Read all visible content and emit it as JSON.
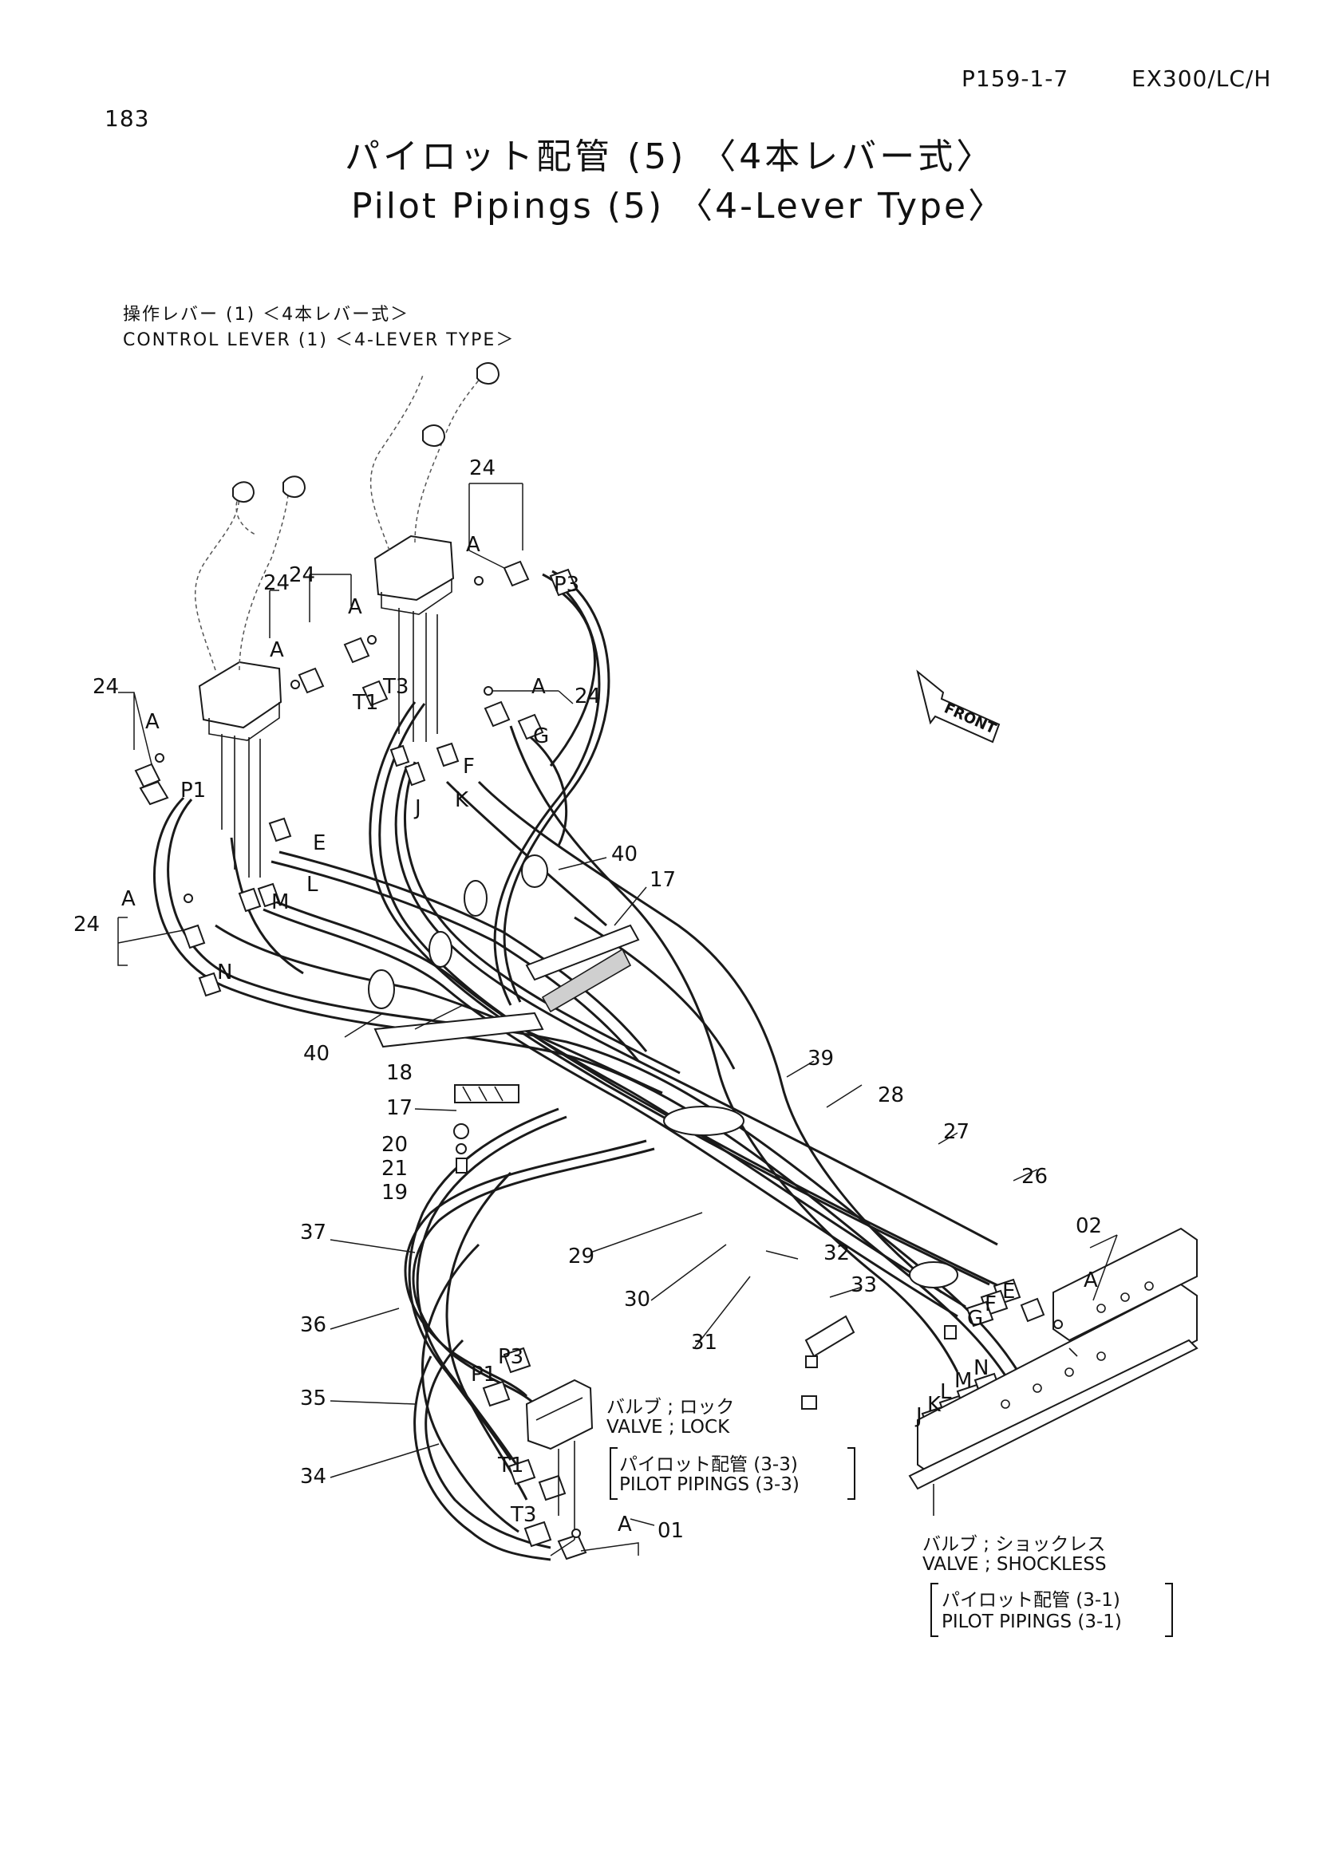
{
  "header": {
    "page_number": "183",
    "ref_code": "P159-1-7",
    "model": "EX300/LC/H"
  },
  "title": {
    "jp": "パイロット配管 (5) 〈4本レバー式〉",
    "en": "Pilot Pipings (5) 〈4-Lever Type〉"
  },
  "assemblies": {
    "control_lever": {
      "jp": "操作レバー (1) ＜4本レバー式＞",
      "en": "CONTROL LEVER (1) ＜4-LEVER TYPE＞"
    },
    "valve_lock": {
      "jp": "バルブ ; ロック",
      "en": "VALVE ; LOCK",
      "ref_jp": "パイロット配管 (3-3)",
      "ref_en": "PILOT PIPINGS (3-3)"
    },
    "valve_shockless": {
      "jp": "バルブ ; ショックレス",
      "en": "VALVE ; SHOCKLESS",
      "ref_jp": "パイロット配管 (3-1)",
      "ref_en": "PILOT PIPINGS (3-1)"
    }
  },
  "front_arrow": "FRONT",
  "callouts": [
    {
      "id": "c24-top",
      "label": "24"
    },
    {
      "id": "c24-mid-l",
      "label": "24"
    },
    {
      "id": "c24-mid-r",
      "label": "24"
    },
    {
      "id": "c24-left",
      "label": "24"
    },
    {
      "id": "c24-right",
      "label": "24"
    },
    {
      "id": "c24-lower",
      "label": "24"
    },
    {
      "id": "c40-upper",
      "label": "40"
    },
    {
      "id": "c40-lower",
      "label": "40"
    },
    {
      "id": "c17-upper",
      "label": "17"
    },
    {
      "id": "c17-lower",
      "label": "17"
    },
    {
      "id": "c18",
      "label": "18"
    },
    {
      "id": "c20",
      "label": "20"
    },
    {
      "id": "c21",
      "label": "21"
    },
    {
      "id": "c19",
      "label": "19"
    },
    {
      "id": "c39",
      "label": "39"
    },
    {
      "id": "c28",
      "label": "28"
    },
    {
      "id": "c27",
      "label": "27"
    },
    {
      "id": "c26",
      "label": "26"
    },
    {
      "id": "c02",
      "label": "02"
    },
    {
      "id": "c37",
      "label": "37"
    },
    {
      "id": "c36",
      "label": "36"
    },
    {
      "id": "c35",
      "label": "35"
    },
    {
      "id": "c34",
      "label": "34"
    },
    {
      "id": "c29",
      "label": "29"
    },
    {
      "id": "c30",
      "label": "30"
    },
    {
      "id": "c31",
      "label": "31"
    },
    {
      "id": "c32",
      "label": "32"
    },
    {
      "id": "c33",
      "label": "33"
    },
    {
      "id": "c01",
      "label": "01"
    }
  ],
  "port_labels": [
    {
      "id": "p-p3-top",
      "label": "P3"
    },
    {
      "id": "p-t3-top",
      "label": "T3"
    },
    {
      "id": "p-t1-top",
      "label": "T1"
    },
    {
      "id": "p-p1-top",
      "label": "P1"
    },
    {
      "id": "p-g-top",
      "label": "G"
    },
    {
      "id": "p-f-top",
      "label": "F"
    },
    {
      "id": "p-j-top",
      "label": "J"
    },
    {
      "id": "p-k-top",
      "label": "K"
    },
    {
      "id": "p-e-top",
      "label": "E"
    },
    {
      "id": "p-l-top",
      "label": "L"
    },
    {
      "id": "p-m-top",
      "label": "M"
    },
    {
      "id": "p-n-top",
      "label": "N"
    },
    {
      "id": "p-p3-bot",
      "label": "P3"
    },
    {
      "id": "p-p1-bot",
      "label": "P1"
    },
    {
      "id": "p-t1-bot",
      "label": "T1"
    },
    {
      "id": "p-t3-bot",
      "label": "T3"
    },
    {
      "id": "p-e-r",
      "label": "E"
    },
    {
      "id": "p-f-r",
      "label": "F"
    },
    {
      "id": "p-g-r",
      "label": "G"
    },
    {
      "id": "p-n-r",
      "label": "N"
    },
    {
      "id": "p-m-r",
      "label": "M"
    },
    {
      "id": "p-l-r",
      "label": "L"
    },
    {
      "id": "p-k-r",
      "label": "K"
    },
    {
      "id": "p-j-r",
      "label": "J"
    }
  ],
  "a_markers": [
    {
      "id": "a1",
      "label": "A"
    },
    {
      "id": "a2",
      "label": "A"
    },
    {
      "id": "a3",
      "label": "A"
    },
    {
      "id": "a4",
      "label": "A"
    },
    {
      "id": "a5",
      "label": "A"
    },
    {
      "id": "a6",
      "label": "A"
    },
    {
      "id": "a7",
      "label": "A"
    },
    {
      "id": "a8",
      "label": "A"
    }
  ]
}
